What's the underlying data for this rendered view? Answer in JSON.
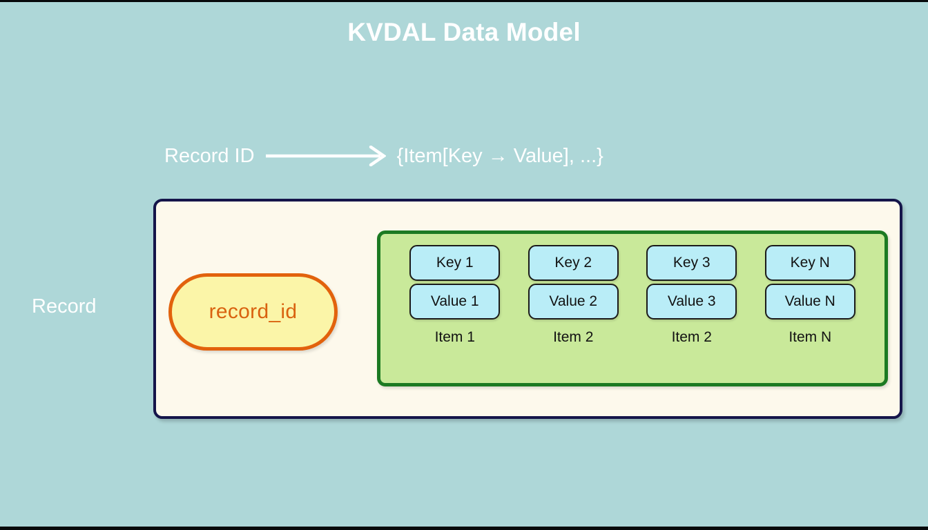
{
  "title": "KVDAL Data Model",
  "mapping": {
    "left": "Record ID",
    "arrow_icon": "long-right-arrow-icon",
    "right": "{Item[Key → Value], ...}"
  },
  "record": {
    "caption": "Record",
    "record_id_label": "record_id",
    "items": [
      {
        "key": "Key 1",
        "value": "Value 1",
        "label": "Item 1"
      },
      {
        "key": "Key 2",
        "value": "Value 2",
        "label": "Item 2"
      },
      {
        "key": "Key 3",
        "value": "Value 3",
        "label": "Item 2"
      },
      {
        "key": "Key N",
        "value": "Value N",
        "label": "Item N"
      }
    ]
  },
  "colors": {
    "background": "#aed7d8",
    "title_text": "#ffffff",
    "record_box_fill": "#fdf9ec",
    "record_box_border": "#15154a",
    "pill_fill": "#fbf5a8",
    "pill_border": "#e2620c",
    "pill_text": "#d9620f",
    "items_box_fill": "#c9e99a",
    "items_box_border": "#1c7a22",
    "kv_fill": "#b9edf7",
    "kv_border": "#1a1a1a"
  }
}
